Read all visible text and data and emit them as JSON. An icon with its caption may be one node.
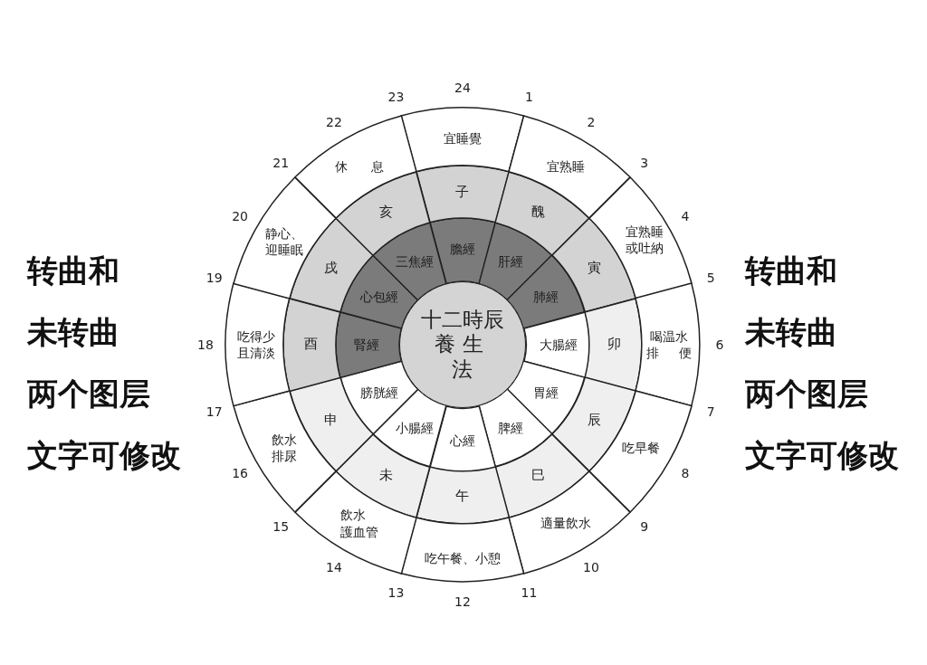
{
  "diagram": {
    "nodes": [
      {
        "text": [
          "十二時辰養生法"
        ]
      },
      {
        "text": [
          "膽經"
        ]
      },
      {
        "text": [
          "肝經"
        ]
      },
      {
        "text": [
          "肺經"
        ]
      },
      {
        "text": [
          "大腸經"
        ]
      },
      {
        "text": [
          "胃經"
        ]
      },
      {
        "text": [
          "脾經"
        ]
      },
      {
        "text": [
          "心經"
        ]
      },
      {
        "text": [
          "小腸經"
        ]
      },
      {
        "text": [
          "膀胱經"
        ]
      },
      {
        "text": [
          "腎經"
        ]
      },
      {
        "text": [
          "心包經"
        ]
      },
      {
        "text": [
          "三焦經"
        ]
      },
      {
        "text": [
          "子"
        ]
      },
      {
        "text": [
          "醜"
        ]
      },
      {
        "text": [
          "寅"
        ]
      },
      {
        "text": [
          "卯"
        ]
      },
      {
        "text": [
          "辰"
        ]
      },
      {
        "text": [
          "巳"
        ]
      },
      {
        "text": [
          "午"
        ]
      },
      {
        "text": [
          "未"
        ]
      },
      {
        "text": [
          "申"
        ]
      },
      {
        "text": [
          "酉"
        ]
      },
      {
        "text": [
          "戌"
        ]
      },
      {
        "text": [
          "亥"
        ]
      },
      {
        "text": [
          "宜睡覺"
        ]
      },
      {
        "text": [
          "宜熟睡"
        ]
      },
      {
        "text": [
          "宜熟睡或吐納"
        ]
      },
      {
        "text": [
          "喝温水排 便"
        ]
      },
      {
        "text": [
          "吃早餐"
        ]
      },
      {
        "text": [
          "適量飲水"
        ]
      },
      {
        "text": [
          "吃午餐、小憩"
        ]
      },
      {
        "text": [
          "飲水護血管"
        ]
      },
      {
        "text": [
          "飲水排尿"
        ]
      },
      {
        "text": [
          "吃得少且清淡"
        ]
      },
      {
        "text": [
          "静心、迎睡眠"
        ]
      },
      {
        "text": [
          "休 息"
        ]
      }
    ],
    "edges": [],
    "labels": [
      "24",
      "1",
      "2",
      "3",
      "4",
      "5",
      "6",
      "7",
      "8",
      "9",
      "10",
      "11",
      "12",
      "13",
      "14",
      "15",
      "16",
      "17",
      "18",
      "19",
      "20",
      "21",
      "22",
      "23",
      "转曲和",
      "未转曲",
      "两个图层",
      "文字可修改",
      "转曲和",
      "未转曲",
      "两个图层",
      "文字可修改"
    ]
  }
}
